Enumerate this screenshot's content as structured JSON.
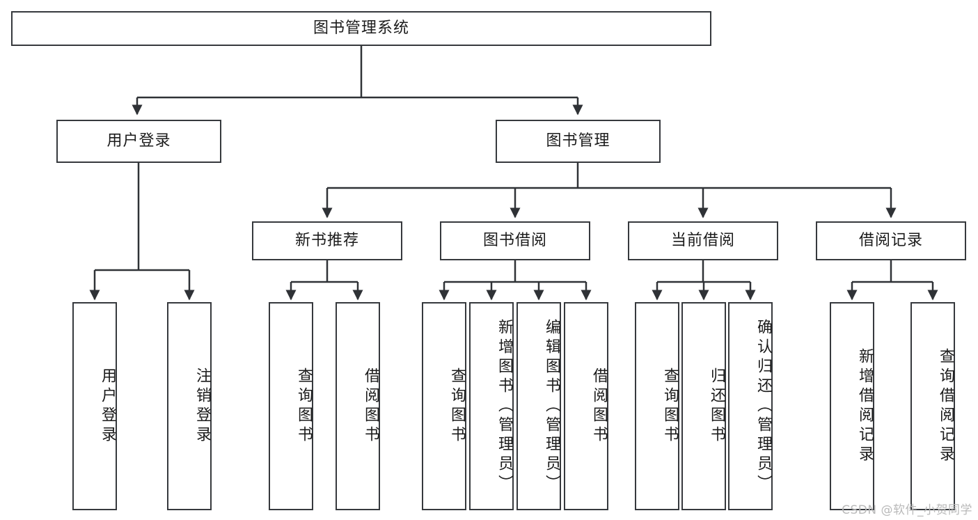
{
  "diagram": {
    "title": "图书管理系统",
    "type": "hierarchy-tree",
    "root": {
      "label": "图书管理系统"
    },
    "level2": [
      {
        "label": "用户登录"
      },
      {
        "label": "图书管理"
      }
    ],
    "level3": [
      {
        "label": "新书推荐"
      },
      {
        "label": "图书借阅"
      },
      {
        "label": "当前借阅"
      },
      {
        "label": "借阅记录"
      }
    ],
    "leaves": {
      "user_login": [
        {
          "label": "用户登录"
        },
        {
          "label": "注销登录"
        }
      ],
      "new_book_recommend": [
        {
          "label": "查询图书"
        },
        {
          "label": "借阅图书"
        }
      ],
      "book_borrow": [
        {
          "label": "查询图书"
        },
        {
          "label": "新增图书（管理员）"
        },
        {
          "label": "编辑图书（管理员）"
        },
        {
          "label": "借阅图书"
        }
      ],
      "current_borrow": [
        {
          "label": "查询图书"
        },
        {
          "label": "归还图书"
        },
        {
          "label": "确认归还（管理员）"
        }
      ],
      "borrow_record": [
        {
          "label": "新增借阅记录"
        },
        {
          "label": "查询借阅记录"
        }
      ]
    }
  },
  "watermark": {
    "text": "CSDN @软件_小贺同学"
  },
  "colors": {
    "border": "#36393d",
    "background": "#ffffff",
    "text": "#1b1b1b",
    "watermark": "#b9b9b9"
  }
}
